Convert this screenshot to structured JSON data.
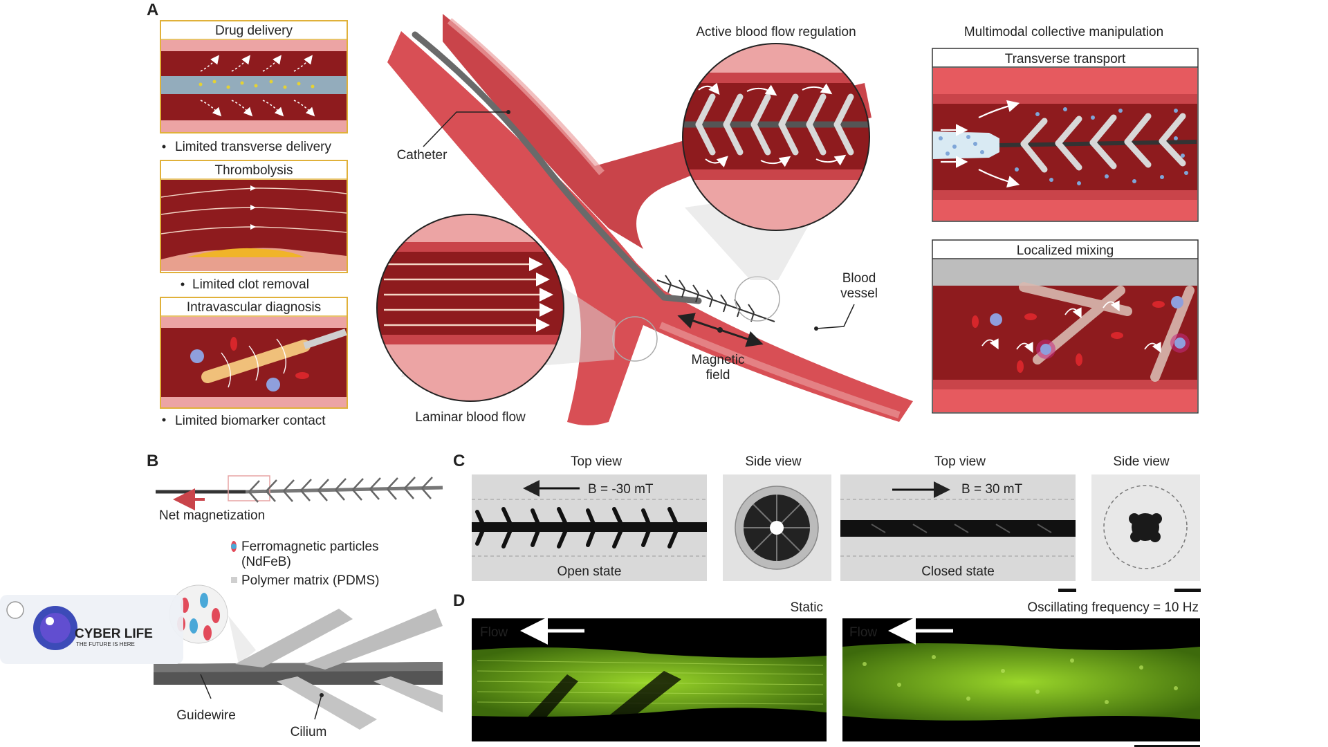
{
  "panel_a": {
    "letter": "A",
    "drug_delivery": {
      "title": "Drug delivery",
      "note": "Limited transverse delivery"
    },
    "thrombolysis": {
      "title": "Thrombolysis",
      "note": "Limited clot removal"
    },
    "diagnosis": {
      "title": "Intravascular diagnosis",
      "note": "Limited biomarker contact"
    },
    "catheter": "Catheter",
    "active_flow": "Active blood flow regulation",
    "laminar": "Laminar blood flow",
    "magnetic_field": [
      "Magnetic",
      "field"
    ],
    "blood_vessel": [
      "Blood",
      "vessel"
    ],
    "multimodal": "Multimodal collective manipulation",
    "transverse": "Transverse transport",
    "mixing": "Localized mixing"
  },
  "panel_b": {
    "letter": "B",
    "net_magnetization": "Net magnetization",
    "ferro": [
      "Ferromagnetic particles",
      "(NdFeB)"
    ],
    "polymer": "Polymer matrix (PDMS)",
    "guidewire": "Guidewire",
    "cilium": "Cilium"
  },
  "panel_c": {
    "letter": "C",
    "top_view": "Top view",
    "side_view": "Side view",
    "b_neg": "B = -30 mT",
    "b_pos": "B = 30 mT",
    "open": "Open state",
    "closed": "Closed state"
  },
  "panel_d": {
    "letter": "D",
    "static": "Static",
    "osc": "Oscillating frequency = 10 Hz",
    "flow": "Flow"
  },
  "watermark": {
    "brand": "CYBER LIFE",
    "tagline": "THE FUTURE IS HERE"
  },
  "colors": {
    "vessel_dark": "#8e1b1e",
    "vessel_mid": "#c9444a",
    "vessel_light": "#eca4a4",
    "fluor": "#7cbf1e"
  }
}
